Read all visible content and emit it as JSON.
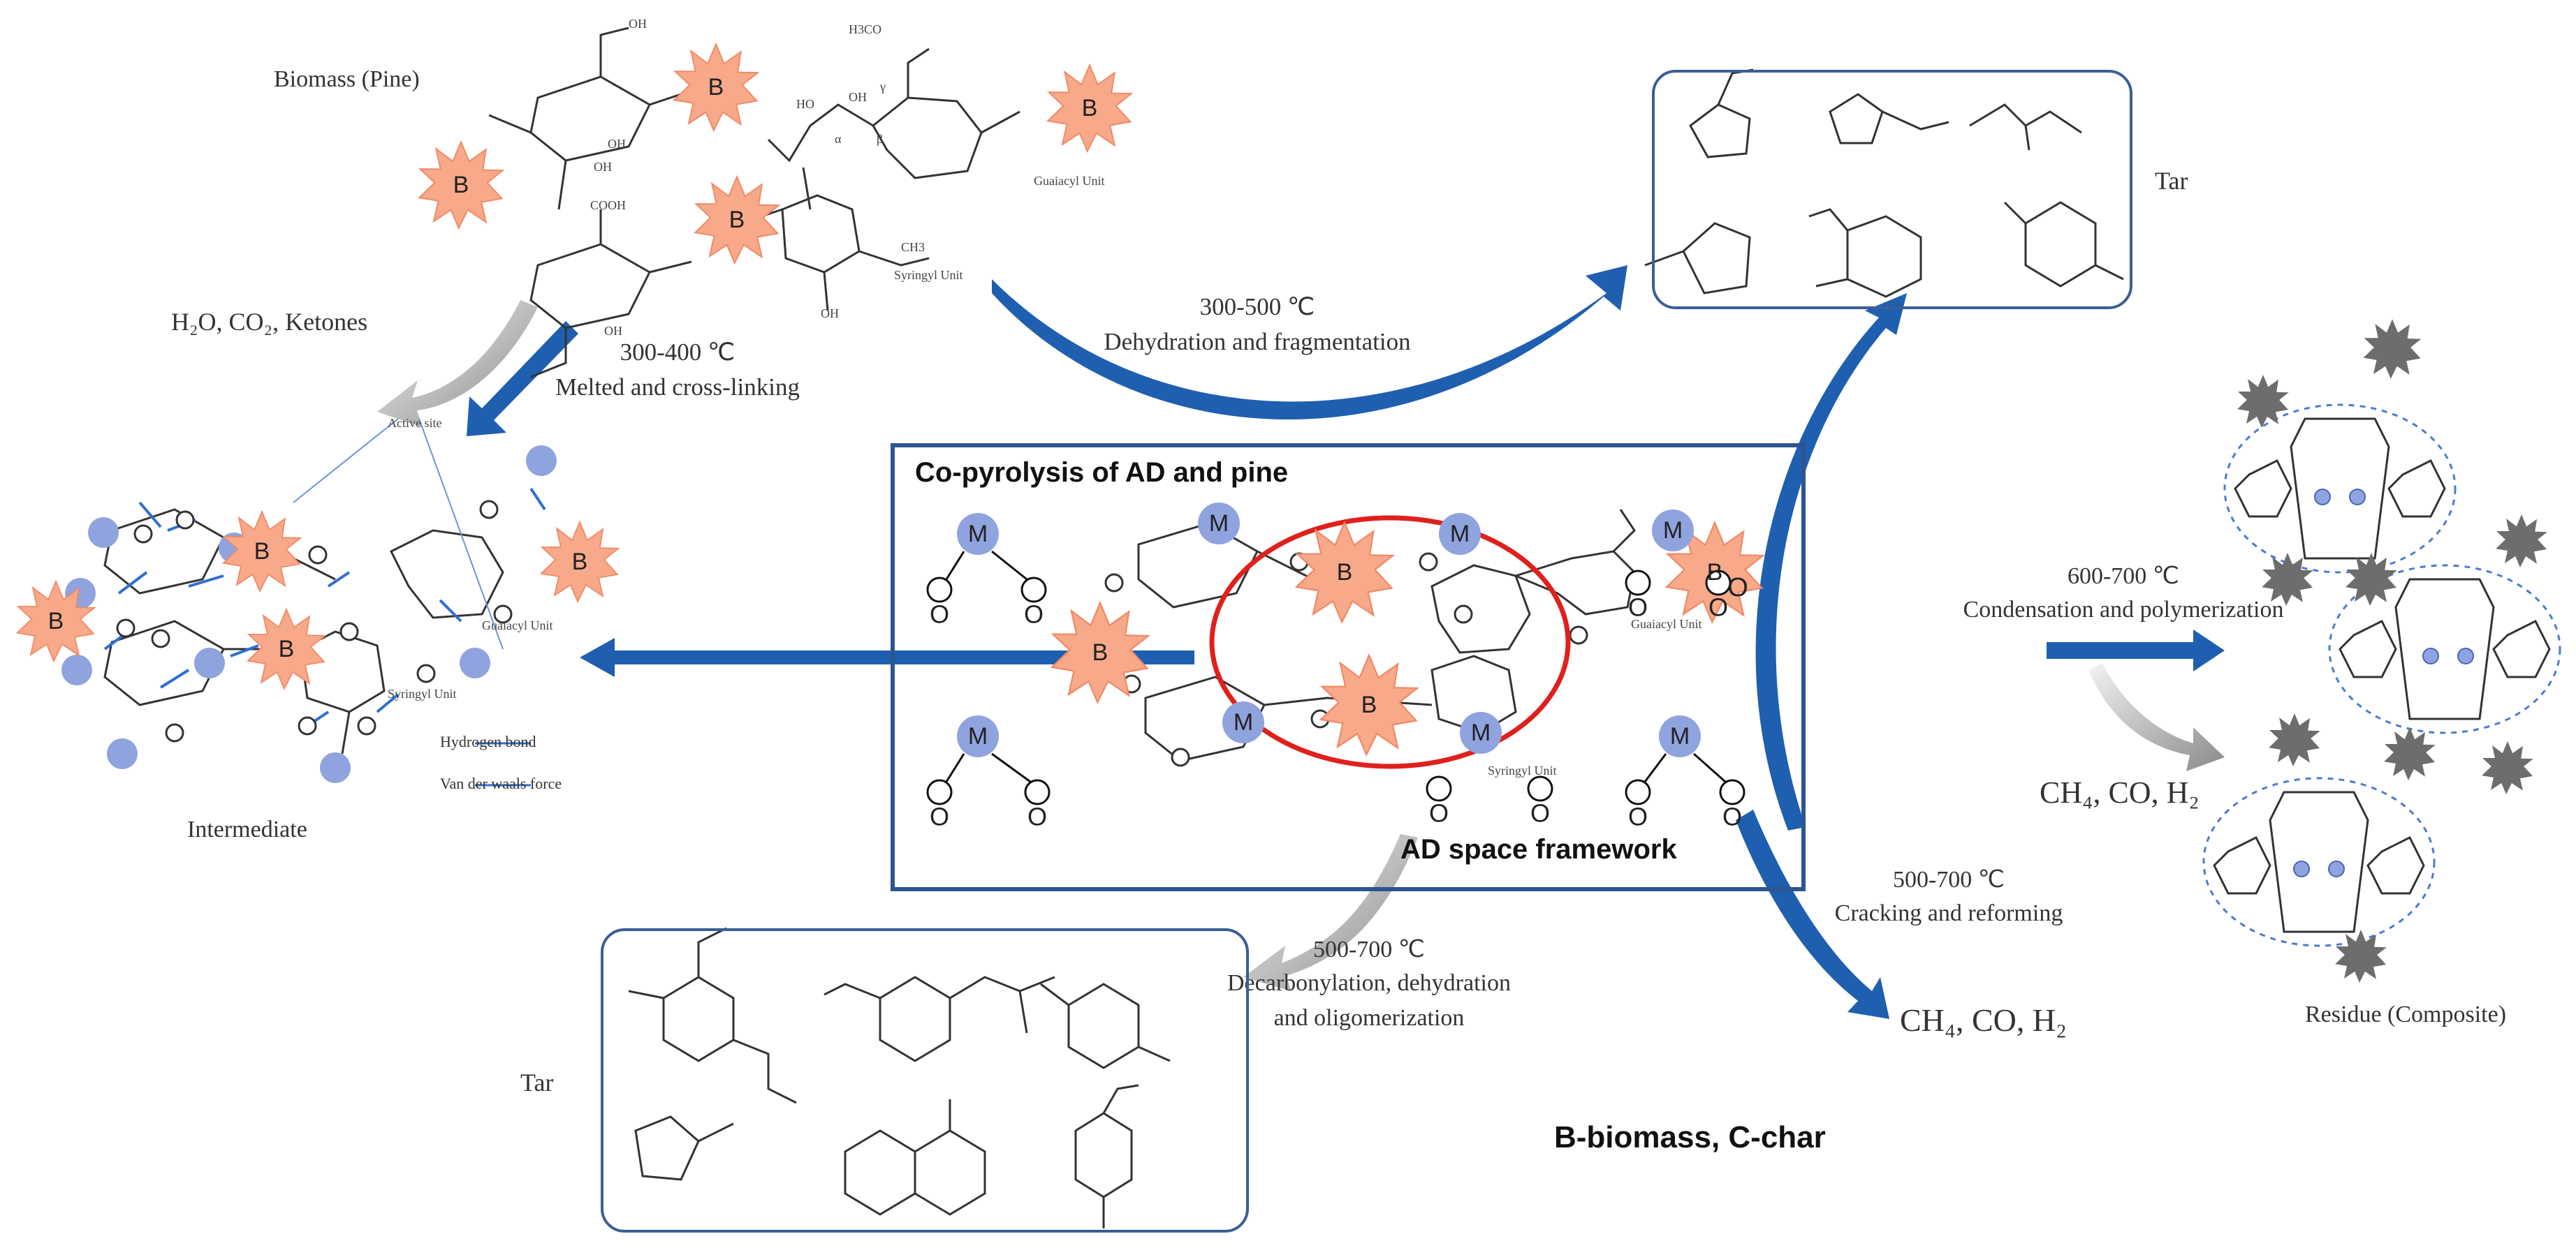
{
  "labels": {
    "biomass": "Biomass (Pine)",
    "intermediate": "Intermediate",
    "residue": "Residue (Composite)",
    "tar_top": "Tar",
    "tar_bottom": "Tar",
    "coproduct_left": "H₂O, CO₂, Ketones",
    "gas_right": "CH₄, CO, H₂",
    "gas_bottom": "CH₄, CO, H₂",
    "legend_abbrev": "B-biomass, C-char"
  },
  "center": {
    "title": "Co-pyrolysis of AD and pine",
    "subtitle": "AD space framework"
  },
  "steps": {
    "dehydration_temp": "300-500 ℃",
    "dehydration_desc": "Dehydration and fragmentation",
    "melt_temp": "300-400 ℃",
    "melt_desc": "Melted and cross-linking",
    "condense_temp": "600-700 ℃",
    "condense_desc": "Condensation and polymerization",
    "crack_temp": "500-700 ℃",
    "crack_desc": "Cracking and reforming",
    "decarb_temp": "500-700 ℃",
    "decarb_desc1": "Decarbonylation, dehydration",
    "decarb_desc2": "and oligomerization"
  },
  "legend": {
    "hbond": "Hydrogen bond",
    "vdw": "Van der waals force"
  },
  "molecule": {
    "active_site": "Active site",
    "guaiacyl": "Guaiacyl Unit",
    "syringyl": "Syringyl Unit"
  },
  "markers": {
    "biomass_letter": "B",
    "metal_letter": "M",
    "oxygen_letter": "O"
  },
  "colors": {
    "arrow_blue": "#1f5fb0",
    "box_blue": "#2c5591",
    "burst_orange": "#f7a98a",
    "metal_blue": "#8fa3de",
    "highlight_red": "#e0201c",
    "burst_dark": "#6b6b6b"
  }
}
